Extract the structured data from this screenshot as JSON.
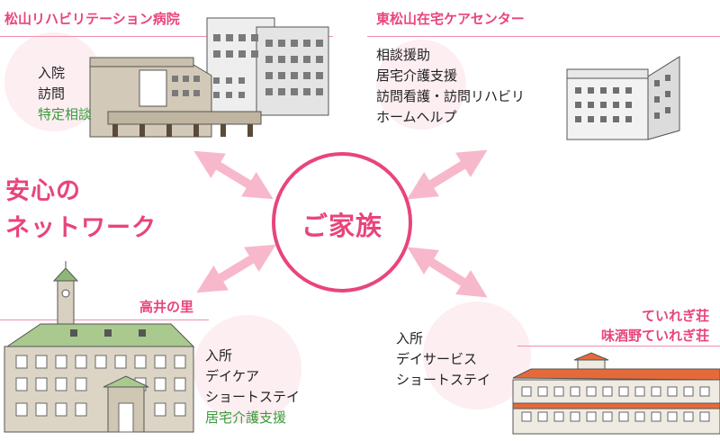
{
  "center": {
    "label": "ご家族"
  },
  "network_label": [
    "安心の",
    "ネットワーク"
  ],
  "facilities": [
    {
      "title": "松山リハビリテーション病院",
      "services": [
        {
          "text": "入院",
          "color": "#222222"
        },
        {
          "text": "訪問",
          "color": "#222222"
        },
        {
          "text": "特定相談",
          "color": "#3a9a3a"
        }
      ]
    },
    {
      "title": "東松山在宅ケアセンター",
      "services": [
        {
          "text": "相談援助",
          "color": "#222222"
        },
        {
          "text": "居宅介護支援",
          "color": "#222222"
        },
        {
          "text": "訪問看護・訪問リハビリ",
          "color": "#222222"
        },
        {
          "text": "ホームヘルプ",
          "color": "#222222"
        }
      ]
    },
    {
      "title": "高井の里",
      "services": [
        {
          "text": "入所",
          "color": "#222222"
        },
        {
          "text": "デイケア",
          "color": "#222222"
        },
        {
          "text": "ショートステイ",
          "color": "#222222"
        },
        {
          "text": "居宅介護支援",
          "color": "#3a9a3a"
        }
      ]
    },
    {
      "title_lines": [
        "ていれぎ荘",
        "味酒野ていれぎ荘"
      ],
      "services": [
        {
          "text": "入所",
          "color": "#222222"
        },
        {
          "text": "デイサービス",
          "color": "#222222"
        },
        {
          "text": "ショートステイ",
          "color": "#222222"
        }
      ]
    }
  ],
  "colors": {
    "accent": "#e8457a",
    "arrow": "#f7b8cb",
    "green": "#3a9a3a",
    "blob": "#fdeef2"
  }
}
